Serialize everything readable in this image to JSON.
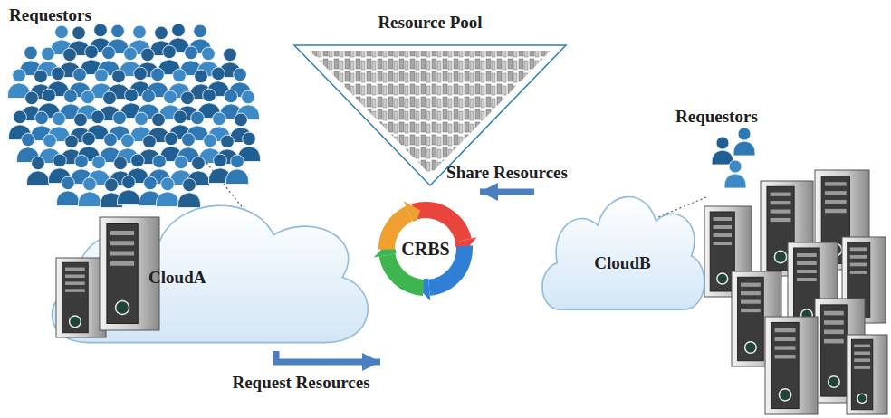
{
  "diagram": {
    "nodes": [
      {
        "text": [
          "Resource Pool"
        ]
      },
      {
        "text": [
          "CloudA"
        ]
      },
      {
        "text": [
          "CRBS"
        ]
      },
      {
        "text": [
          "CloudB"
        ]
      }
    ],
    "edges": [
      {
        "from": 3,
        "to": 2,
        "arrow": "to",
        "label": "Share Resources"
      },
      {
        "from": 1,
        "to": 2,
        "arrow": "to",
        "label": "Request Resources"
      }
    ],
    "labels": [
      "Requestors",
      "Requestors"
    ]
  }
}
